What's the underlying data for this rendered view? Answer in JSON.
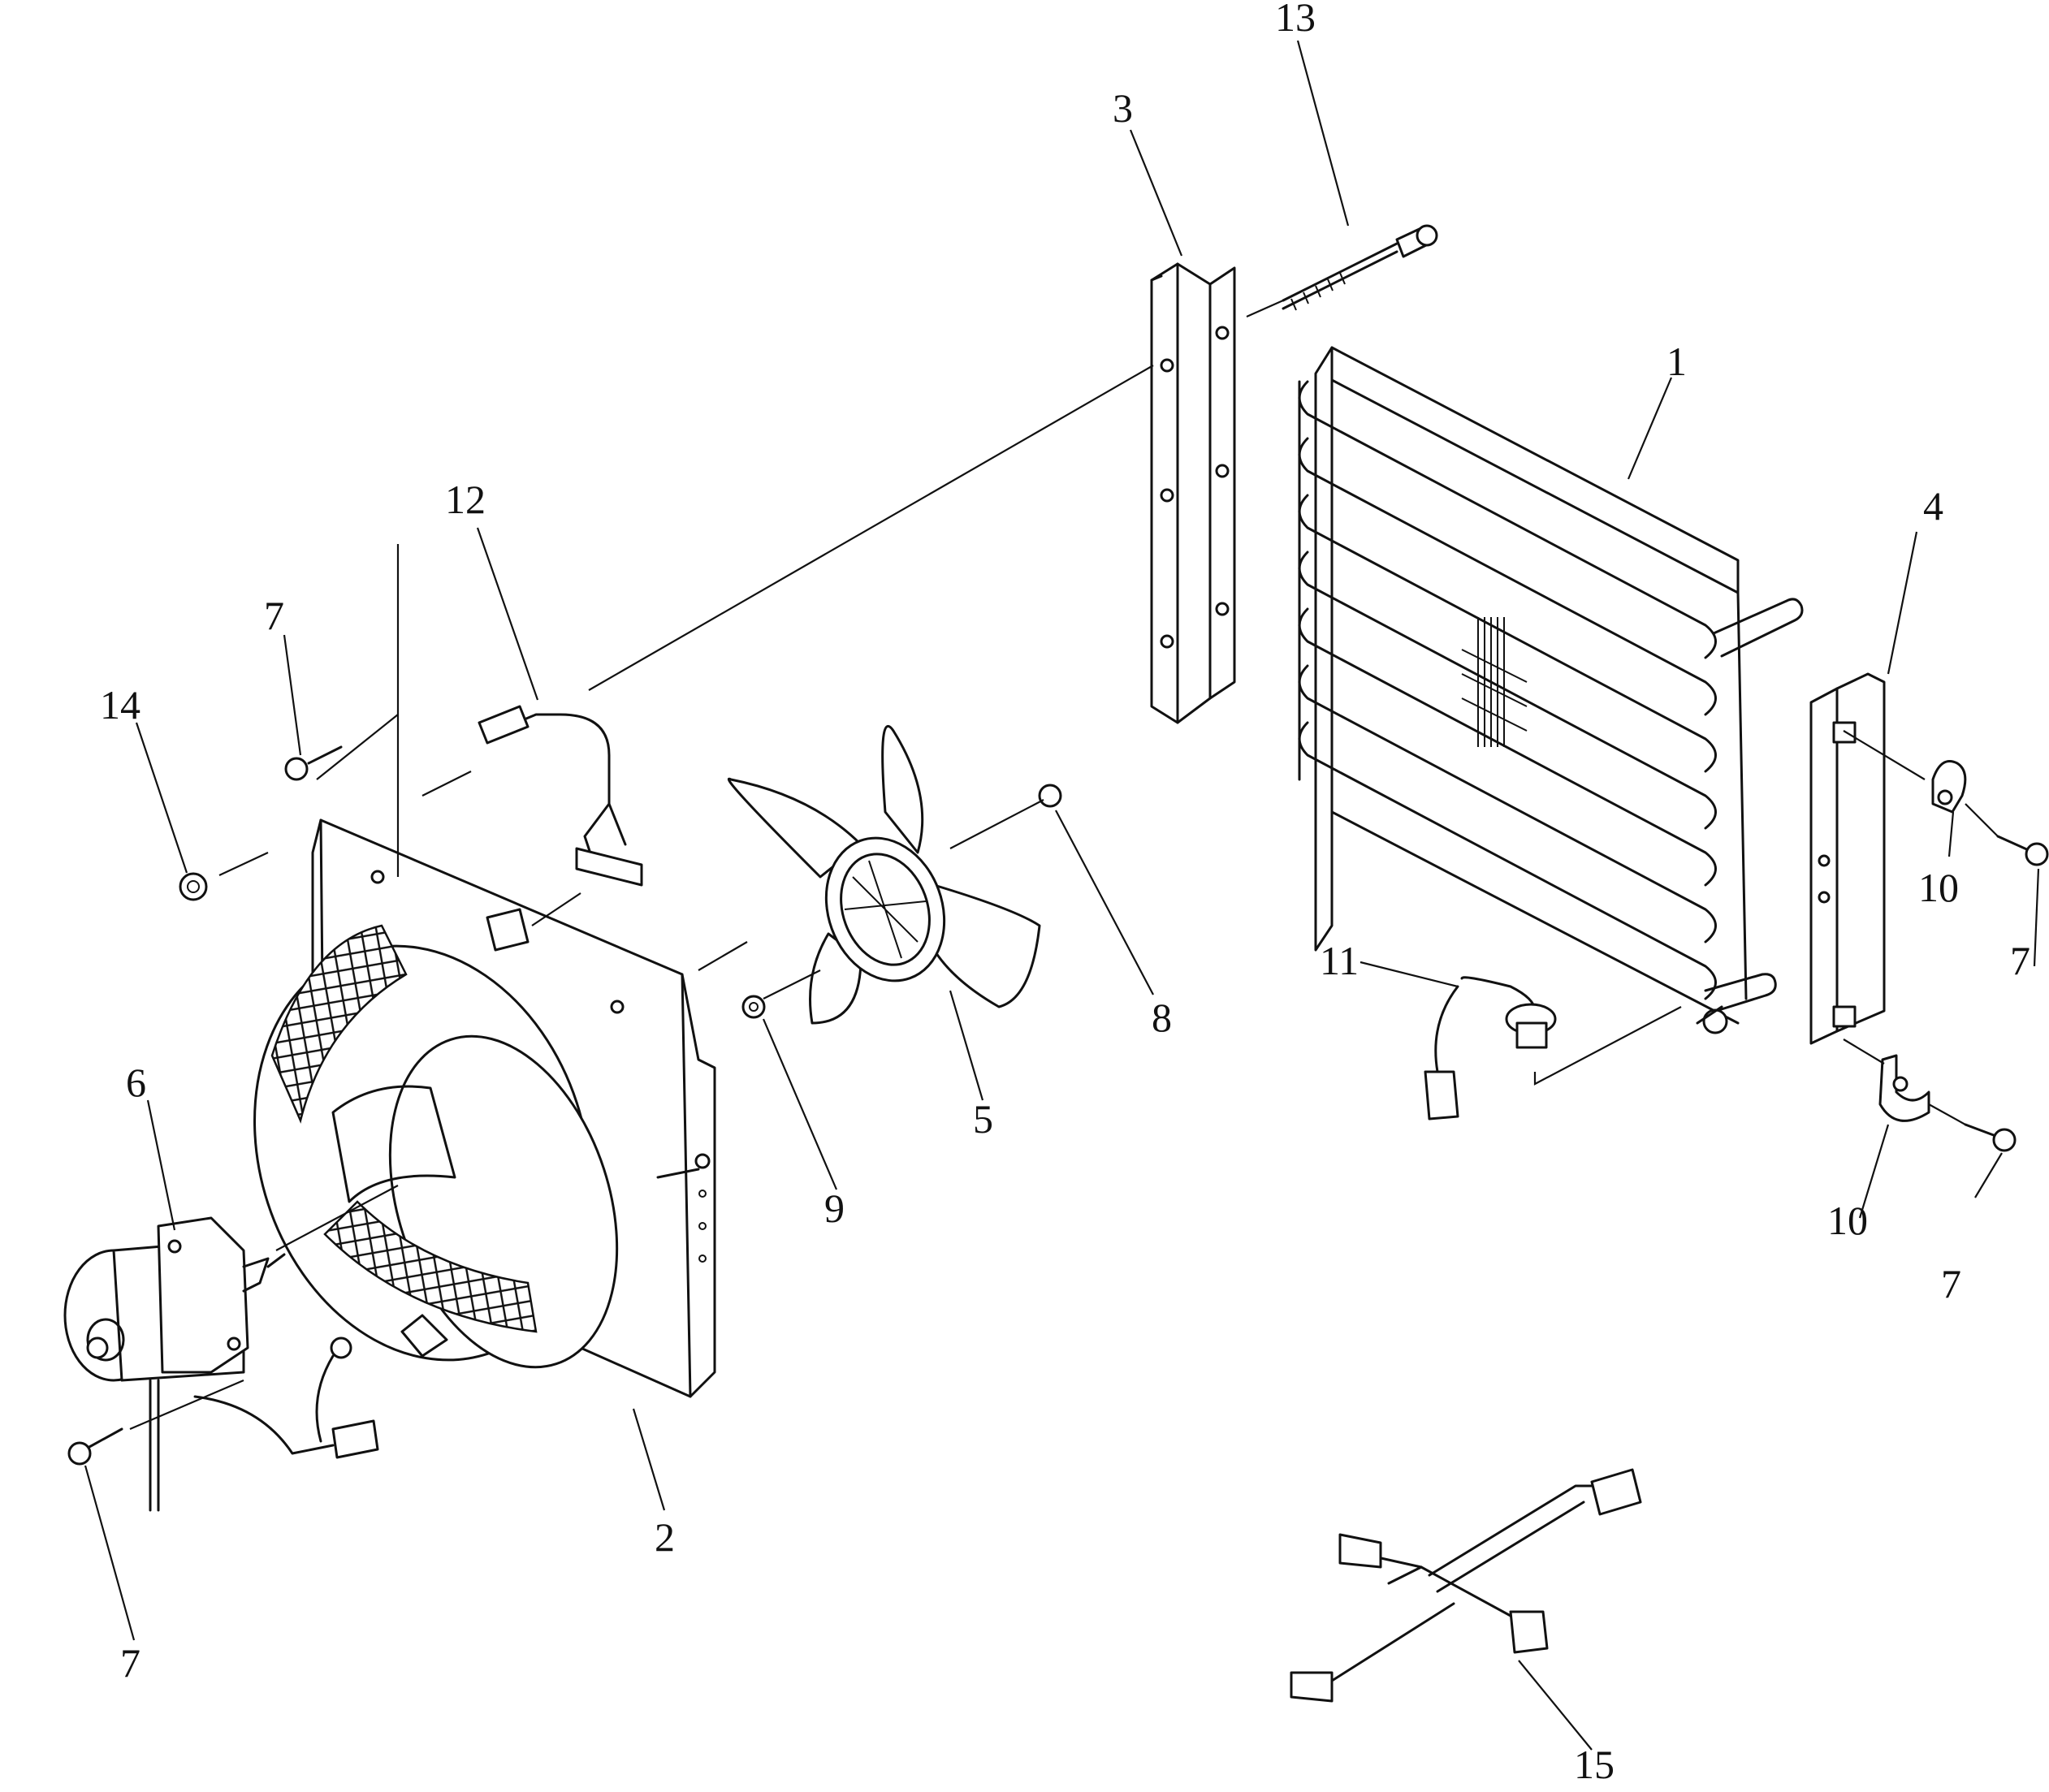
{
  "callouts": {
    "c1": "1",
    "c2": "2",
    "c3": "3",
    "c4": "4",
    "c5": "5",
    "c6": "6",
    "c7a": "7",
    "c7b": "7",
    "c7c": "7",
    "c7d": "7",
    "c8": "8",
    "c9": "9",
    "c10a": "10",
    "c10b": "10",
    "c11": "11",
    "c12": "12",
    "c13": "13",
    "c14": "14",
    "c15": "15"
  }
}
